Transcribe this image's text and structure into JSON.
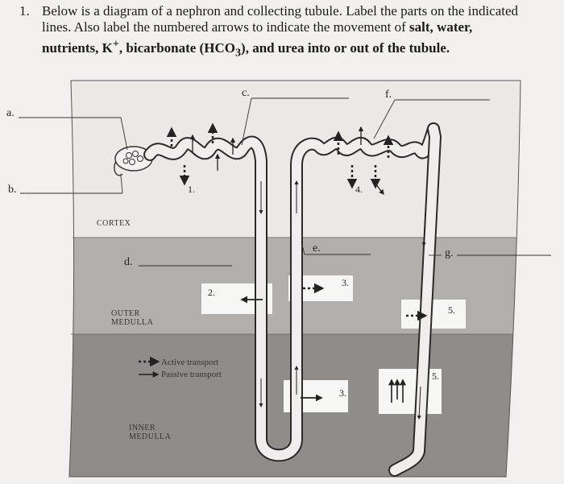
{
  "question": {
    "number": "1.",
    "line1": "Below is a diagram of a nephron and collecting tubule. Label the parts on the indicated",
    "line2": "lines. Also label the numbered arrows to indicate the movement of",
    "line2_bold": "salt, water,",
    "line3_bold": "nutrients, K",
    "line3_sup": "+",
    "line3_rest": ", bicarbonate (HCO",
    "line3_sub": "3",
    "line3_end": "), and urea into or out of the tubule."
  },
  "labels": {
    "a": "a.",
    "b": "b.",
    "c": "c.",
    "d": "d.",
    "e": "e.",
    "f": "f.",
    "g": "g.",
    "arrow1": "1.",
    "arrow2": "2.",
    "arrow3a": "3.",
    "arrow3b": "3.",
    "arrow4": "4.",
    "arrow5a": "5.",
    "arrow5b": "5."
  },
  "zones": {
    "cortex": "CORTEX",
    "outer_medulla_1": "OUTER",
    "outer_medulla_2": "MEDULLA",
    "inner_medulla_1": "INNER",
    "inner_medulla_2": "MEDULLA"
  },
  "legend": {
    "active": "Active transport",
    "passive": "Passive transport"
  },
  "colors": {
    "cortex": "#ebe9e6",
    "outer_medulla": "#b0afac",
    "inner_medulla": "#8e8d8a",
    "tubule_fill": "#efeeec",
    "text": "#222222"
  }
}
